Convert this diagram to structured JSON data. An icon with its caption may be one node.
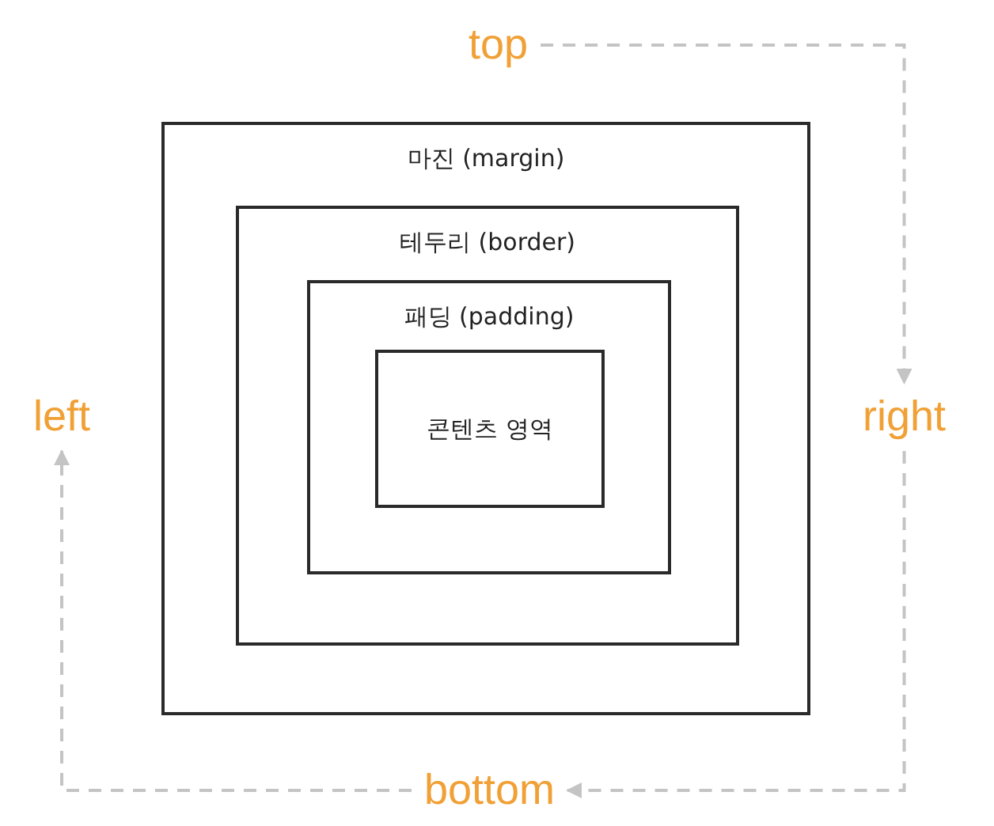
{
  "diagram": {
    "nodes": [
      {
        "text": [
          "마진 (margin)"
        ]
      },
      {
        "text": [
          "테두리 (border)"
        ],
        "in": 0
      },
      {
        "text": [
          "패딩 (padding)"
        ],
        "in": 1
      },
      {
        "text": [
          "콘텐츠 영역"
        ],
        "in": 2
      },
      {
        "text": [
          "top"
        ]
      },
      {
        "text": [
          "right"
        ]
      },
      {
        "text": [
          "bottom"
        ]
      },
      {
        "text": [
          "left"
        ]
      }
    ],
    "edges": [
      {
        "from": 4,
        "to": 5,
        "arrow": "to",
        "style": "dashed"
      },
      {
        "from": 5,
        "to": 6,
        "arrow": "to",
        "style": "dashed"
      },
      {
        "from": 6,
        "to": 7,
        "arrow": "to",
        "style": "dashed"
      }
    ]
  }
}
